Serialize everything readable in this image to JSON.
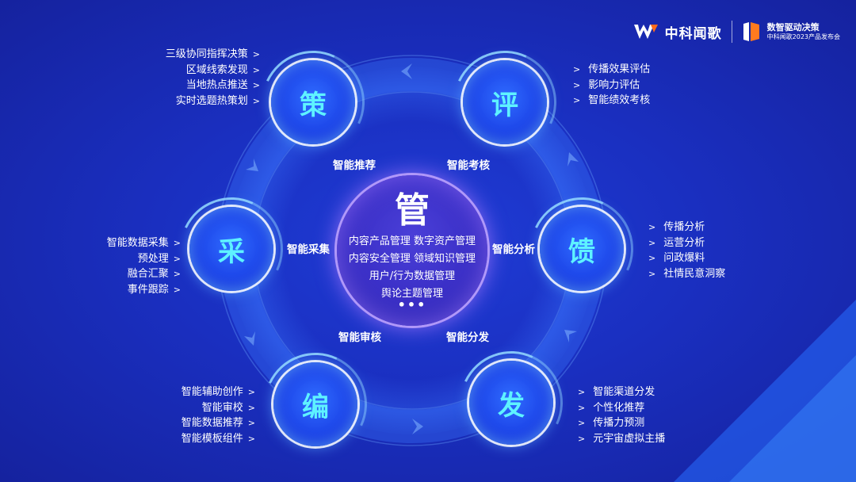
{
  "logo": {
    "brand": "中科闻歌",
    "tagline_1": "数智驱动决策",
    "tagline_2": "中科闻歌2023产品发布会"
  },
  "center": {
    "title": "管",
    "lines": [
      "内容产品管理 数字资产管理",
      "内容安全管理 领域知识管理",
      "用户/行为数据管理",
      "舆论主题管理"
    ],
    "dots": "•••"
  },
  "nodes": {
    "ce": "策",
    "ping": "评",
    "cai": "采",
    "kui": "馈",
    "bian": "编",
    "fa": "发"
  },
  "operations": {
    "recommend": "智能推荐",
    "assess": "智能考核",
    "collect": "智能采集",
    "analyze": "智能分析",
    "review": "智能审核",
    "distribute": "智能分发"
  },
  "lists": {
    "ce": [
      "三级协同指挥决策",
      "区域线索发现",
      "当地热点推送",
      "实时选题热策划"
    ],
    "ping": [
      "传播效果评估",
      "影响力评估",
      "智能绩效考核"
    ],
    "cai": [
      "智能数据采集",
      "预处理",
      "融合汇聚",
      "事件跟踪"
    ],
    "kui": [
      "传播分析",
      "运营分析",
      "问政爆料",
      "社情民意洞察"
    ],
    "bian": [
      "智能辅助创作",
      "智能审校",
      "智能数据推荐",
      "智能模板组件"
    ],
    "fa": [
      "智能渠道分发",
      "个性化推荐",
      "传播力预测",
      "元宇宙虚拟主播"
    ]
  },
  "colors": {
    "background": "#1a2fc0",
    "node_text": "#5ef2ff",
    "center_glow": "#aa78ff"
  }
}
